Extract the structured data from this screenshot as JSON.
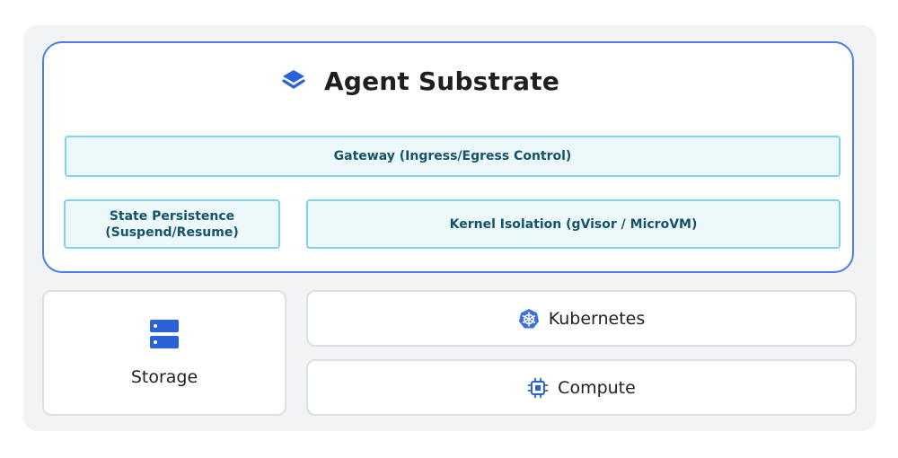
{
  "title": "Agent Substrate",
  "gateway": "Gateway (Ingress/Egress Control)",
  "state_line1": "State Persistence",
  "state_line2": "(Suspend/Resume)",
  "kernel": "Kernel Isolation (gVisor / MicroVM)",
  "storage": "Storage",
  "kubernetes": "Kubernetes",
  "compute": "Compute",
  "icons": {
    "title": "layers-icon",
    "storage": "server-icon",
    "kubernetes": "kubernetes-helm-icon",
    "compute": "chip-icon"
  },
  "colors": {
    "accent_blue": "#4a7de6",
    "icon_blue": "#2962d9",
    "cyan_border": "#7fd4e6",
    "cyan_fill": "#edf8fb",
    "panel_bg": "#f1f3f4"
  }
}
